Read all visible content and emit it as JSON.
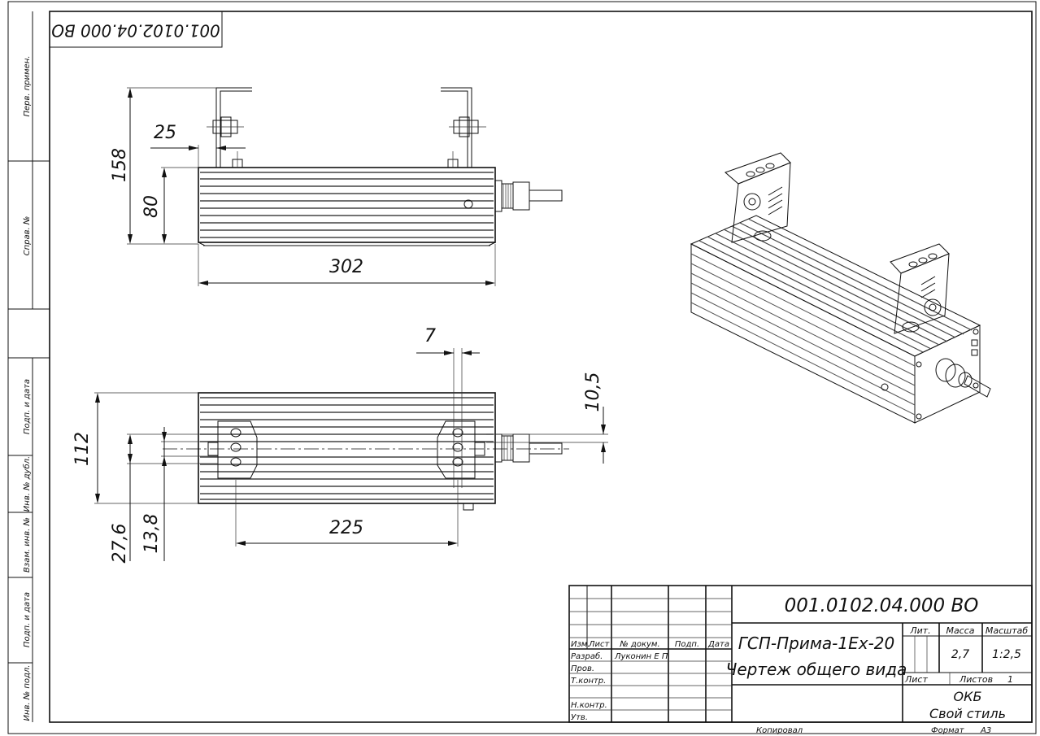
{
  "designation": "001.0102.04.000 ВО",
  "designation_mirrored": "001.0102.04.000 ВО",
  "side_columns": [
    "Перв. примен.",
    "Справ. №",
    "Подп. и дата",
    "Инв. № дубл.",
    "Взам. инв. №",
    "Подп. и дата",
    "Инв. № подл."
  ],
  "dimensions": {
    "d158": "158",
    "d80": "80",
    "d25": "25",
    "d302": "302",
    "d7": "7",
    "d10_5": "10,5",
    "d112": "112",
    "d27_6": "27,6",
    "d13_8": "13,8",
    "d225": "225"
  },
  "title_block": {
    "header_cols": [
      "Изм.",
      "Лист",
      "№ докум.",
      "Подп.",
      "Дата"
    ],
    "rows": [
      {
        "role": "Разраб.",
        "name": "Луконин Е П"
      },
      {
        "role": "Пров.",
        "name": ""
      },
      {
        "role": "Т.контр.",
        "name": ""
      },
      {
        "role": "",
        "name": ""
      },
      {
        "role": "Н.контр.",
        "name": ""
      },
      {
        "role": "Утв.",
        "name": ""
      }
    ],
    "name_line1": "ГСП-Прима-1Ex-20",
    "name_line2": "Чертеж общего вида",
    "lit_label": "Лит.",
    "mass_label": "Масса",
    "scale_label": "Масштаб",
    "mass": "2,7",
    "scale": "1:2,5",
    "sheet_label": "Лист",
    "sheets_label": "Листов",
    "sheets": "1",
    "org_line1": "ОКБ",
    "org_line2": "Свой стиль",
    "copied": "Копировал",
    "format_label": "Формат",
    "format": "А3"
  }
}
